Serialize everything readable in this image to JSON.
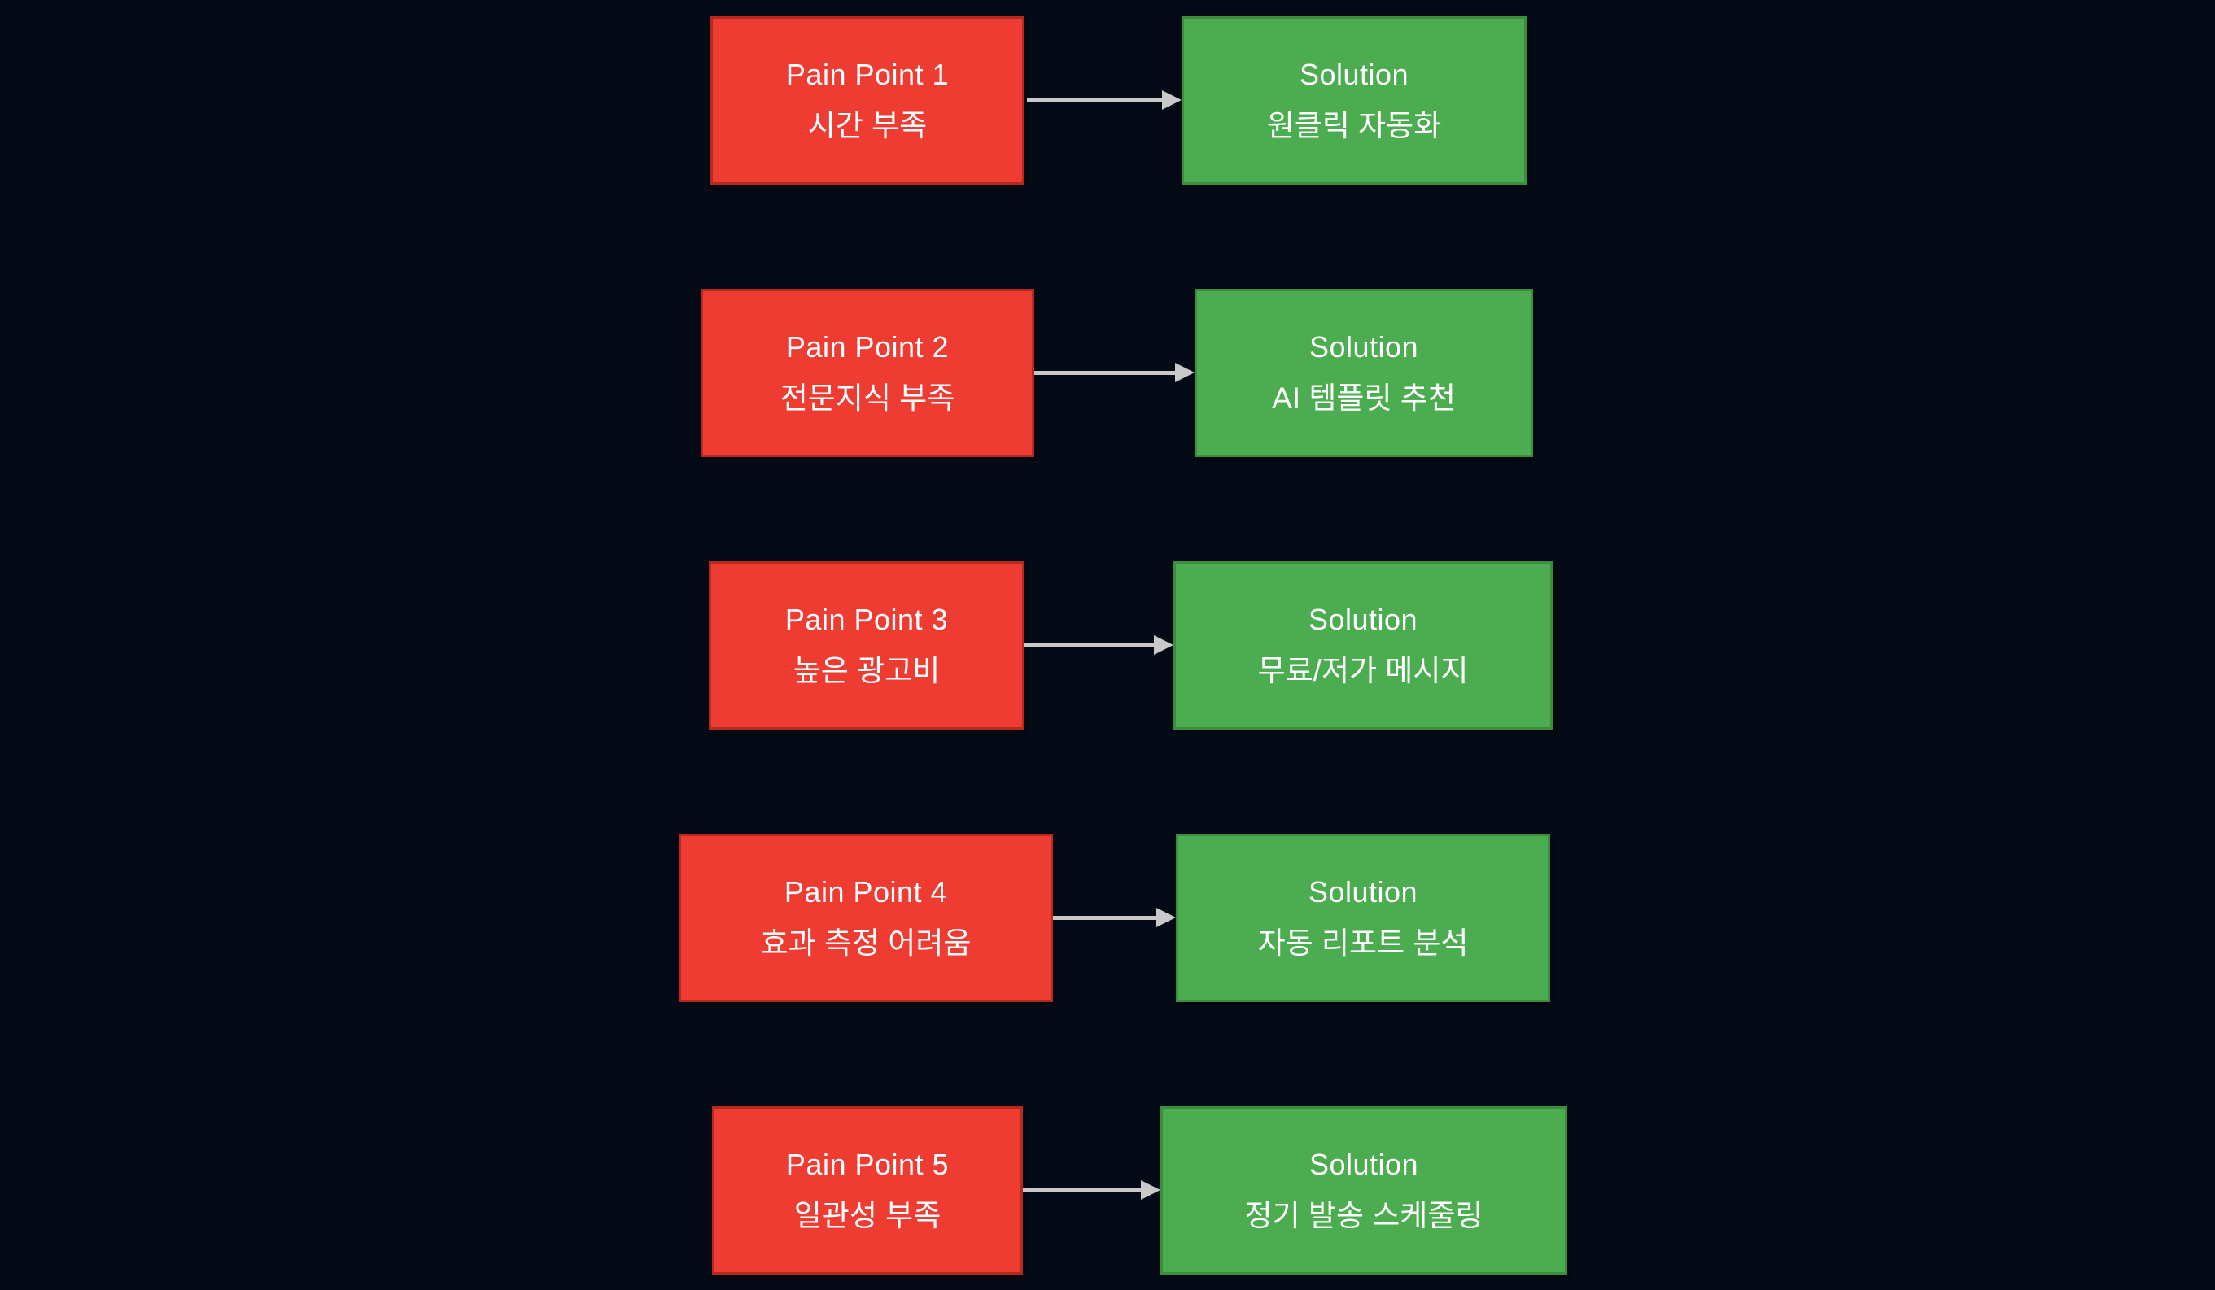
{
  "colors": {
    "background": "#050b16",
    "pain_fill": "#ee3c33",
    "pain_border": "#b5291f",
    "solution_fill": "#4bad50",
    "solution_border": "#3c8d40",
    "arrow": "#c9c9c9",
    "text": "#ffffff"
  },
  "rows": [
    {
      "pain": {
        "title": "Pain Point 1",
        "subtitle": "시간 부족"
      },
      "solution": {
        "title": "Solution",
        "subtitle": "원클릭 자동화"
      }
    },
    {
      "pain": {
        "title": "Pain Point 2",
        "subtitle": "전문지식 부족"
      },
      "solution": {
        "title": "Solution",
        "subtitle": "AI 템플릿 추천"
      }
    },
    {
      "pain": {
        "title": "Pain Point 3",
        "subtitle": "높은 광고비"
      },
      "solution": {
        "title": "Solution",
        "subtitle": "무료/저가 메시지"
      }
    },
    {
      "pain": {
        "title": "Pain Point 4",
        "subtitle": "효과 측정 어려움"
      },
      "solution": {
        "title": "Solution",
        "subtitle": "자동 리포트 분석"
      }
    },
    {
      "pain": {
        "title": "Pain Point 5",
        "subtitle": "일관성 부족"
      },
      "solution": {
        "title": "Solution",
        "subtitle": "정기 발송 스케줄링"
      }
    }
  ]
}
